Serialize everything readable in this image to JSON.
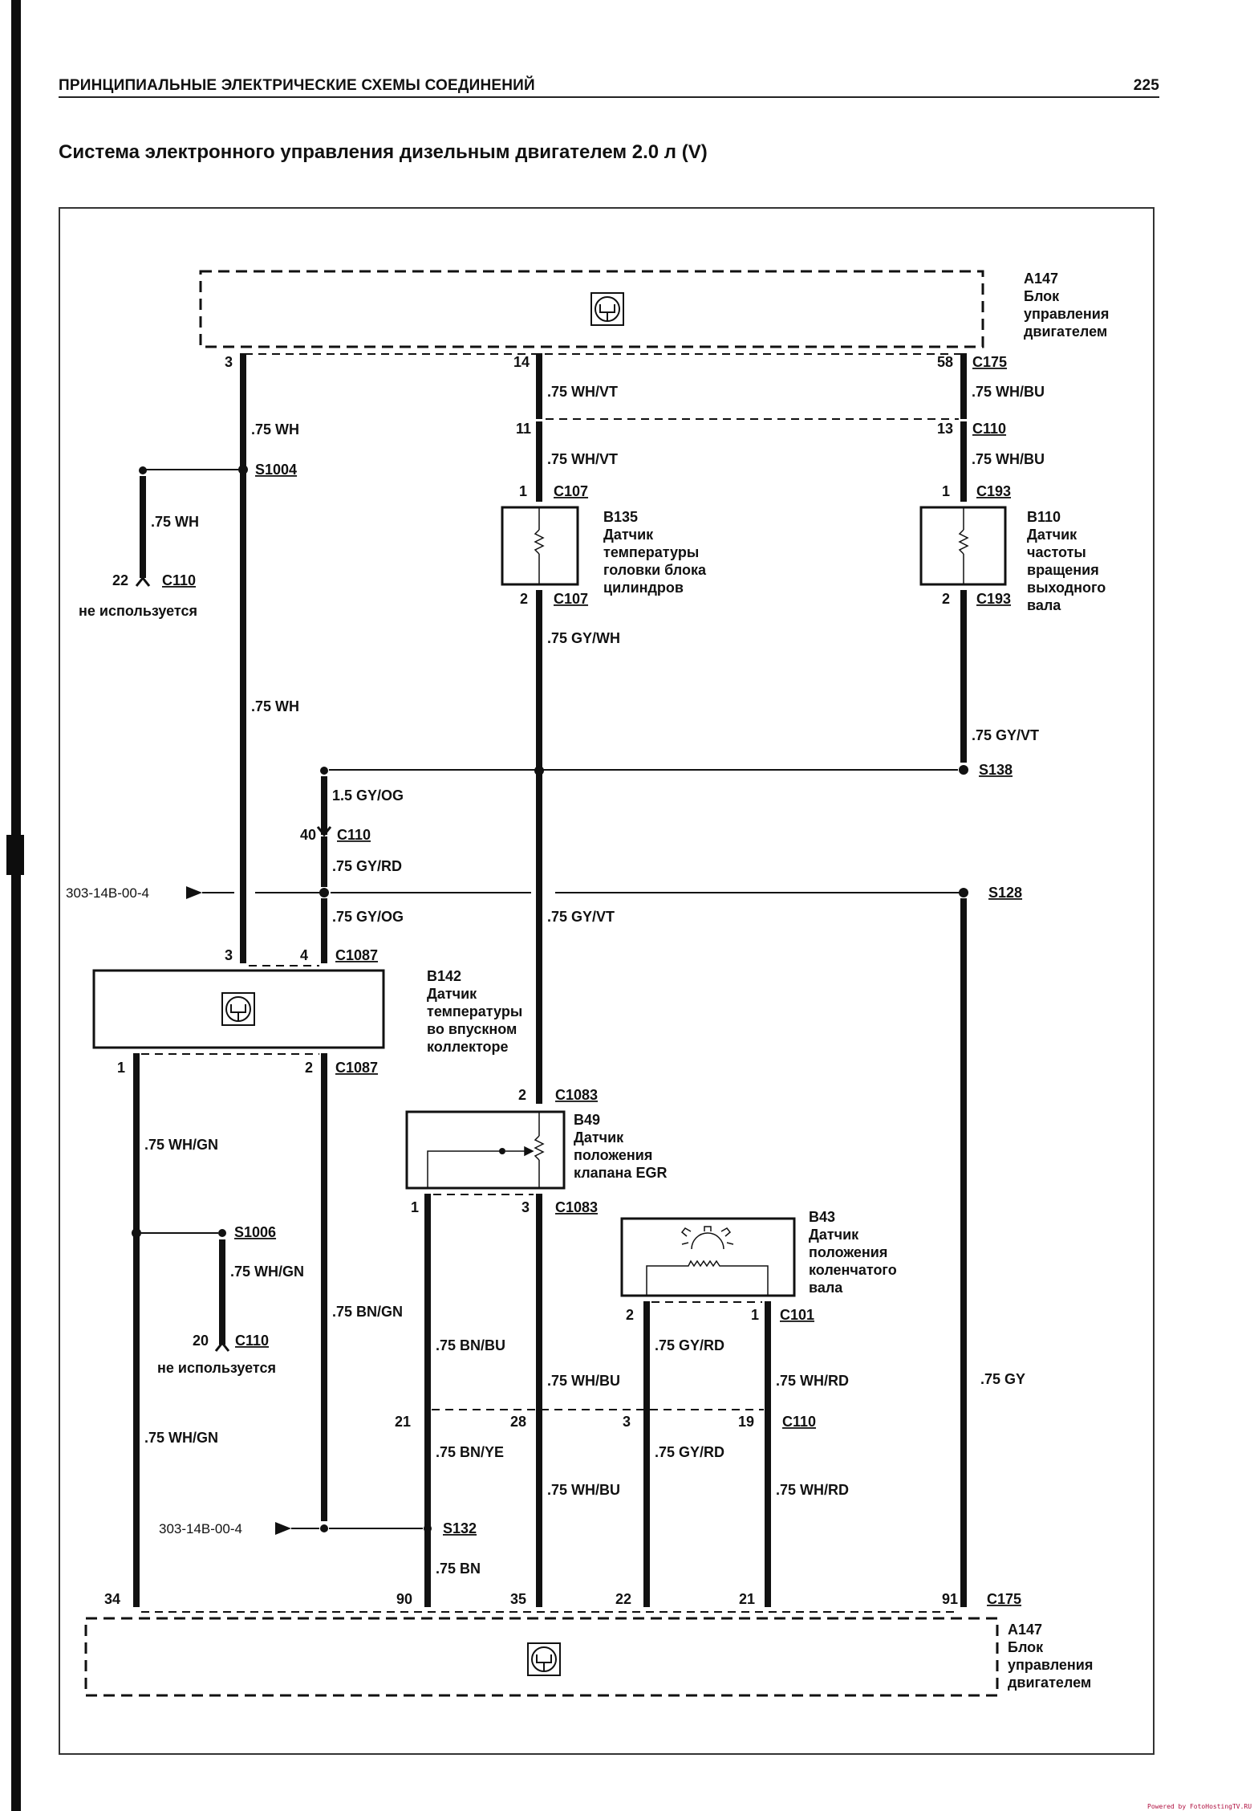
{
  "page": {
    "running_header": "ПРИНЦИПИАЛЬНЫЕ ЭЛЕКТРИЧЕСКИЕ СХЕМЫ СОЕДИНЕНИЙ",
    "page_number": "225",
    "title": "Система электронного управления дизельным двигателем 2.0 л (V)",
    "watermark": "Powered by FotoHostingTV.RU"
  },
  "components": {
    "a147_top": {
      "id": "A147",
      "lines": [
        "Блок",
        "управления",
        "двигателем"
      ]
    },
    "a147_bottom": {
      "id": "A147",
      "lines": [
        "Блок",
        "управления",
        "двигателем"
      ]
    },
    "b135": {
      "id": "B135",
      "lines": [
        "Датчик",
        "температуры",
        "головки блока",
        "цилиндров"
      ]
    },
    "b110": {
      "id": "B110",
      "lines": [
        "Датчик",
        "частоты",
        "вращения",
        "выходного",
        "вала"
      ]
    },
    "b142": {
      "id": "B142",
      "lines": [
        "Датчик",
        "температуры",
        "во впускном",
        "коллекторе"
      ]
    },
    "b49": {
      "id": "B49",
      "lines": [
        "Датчик",
        "положения",
        "клапана EGR"
      ]
    },
    "b43": {
      "id": "B43",
      "lines": [
        "Датчик",
        "положения",
        "коленчатого",
        "вала"
      ]
    }
  },
  "connectors": {
    "c175": "C175",
    "c110": "C110",
    "c107": "C107",
    "c193": "C193",
    "c1087": "C1087",
    "c1083": "C1083",
    "c101": "C101"
  },
  "splices": {
    "s1004": "S1004",
    "s138": "S138",
    "s128": "S128",
    "s1006": "S1006",
    "s132": "S132"
  },
  "refs": {
    "ground_ref": "303-14B-00-4"
  },
  "unused_label": "не используется",
  "pins": {
    "top_3": "3",
    "top_14": "14",
    "top_58": "58",
    "c110_11": "11",
    "c110_13": "13",
    "c107_1": "1",
    "c107_2": "2",
    "c193_1": "1",
    "c193_2": "2",
    "c110_22": "22",
    "c110_40": "40",
    "c110_20": "20",
    "b142_3": "3",
    "b142_4": "4",
    "b142_1": "1",
    "b142_2": "2",
    "b49_2": "2",
    "b49_1": "1",
    "b49_3": "3",
    "b43_2": "2",
    "b43_1": "1",
    "c110_21": "21",
    "c110_28": "28",
    "c110_3": "3",
    "c110_19": "19",
    "bot_34": "34",
    "bot_90": "90",
    "bot_35": "35",
    "bot_22": "22",
    "bot_21": "21",
    "bot_91": "91"
  },
  "wires": {
    "w_top3_a": ".75 WH",
    "w_top3_b": ".75 WH",
    "w_s1004_branch": ".75 WH",
    "w_14_a": ".75 WH/VT",
    "w_14_b": ".75 WH/VT",
    "w_58_a": ".75 WH/BU",
    "w_58_b": ".75 WH/BU",
    "w_b135_out": ".75 GY/WH",
    "w_b110_out": ".75 GY/VT",
    "w_gyog_15": "1.5 GY/OG",
    "w_gyrd": ".75 GY/RD",
    "w_gyog_075": ".75 GY/OG",
    "w_gyvt_mid": ".75 GY/VT",
    "w_b142_1_a": ".75 WH/GN",
    "w_s1006_branch": ".75 WH/GN",
    "w_b142_1_b": ".75 WH/GN",
    "w_b142_2": ".75 BN/GN",
    "w_b49_1": ".75 BN/BU",
    "w_b49_3_a": ".75 WH/BU",
    "w_b43_2": ".75 GY/RD",
    "w_b43_1": ".75 WH/RD",
    "w_s128": ".75 GY",
    "w_21_below": ".75 BN/YE",
    "w_28_below": ".75 WH/BU",
    "w_3_below": ".75 GY/RD",
    "w_19_below": ".75 WH/RD",
    "w_s132": ".75 BN"
  }
}
